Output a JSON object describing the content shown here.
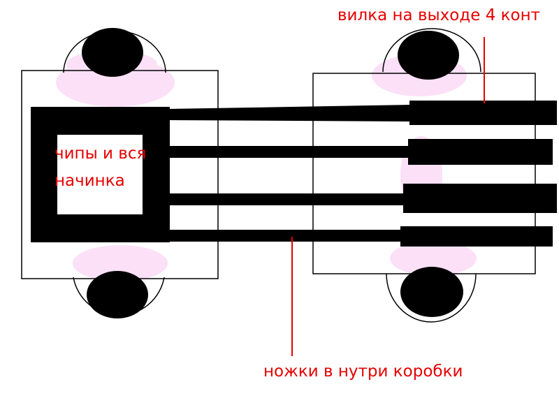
{
  "labels": {
    "chips": [
      "чипы и вся",
      "начинка"
    ],
    "plug": "вилка на выходе 4 конт",
    "legs": "ножки в нутри коробки"
  },
  "colors": {
    "label": "#e60000",
    "ink": "#000000",
    "outline": "#000000",
    "highlight": "#fbe0f7",
    "background": "#ffffff"
  }
}
